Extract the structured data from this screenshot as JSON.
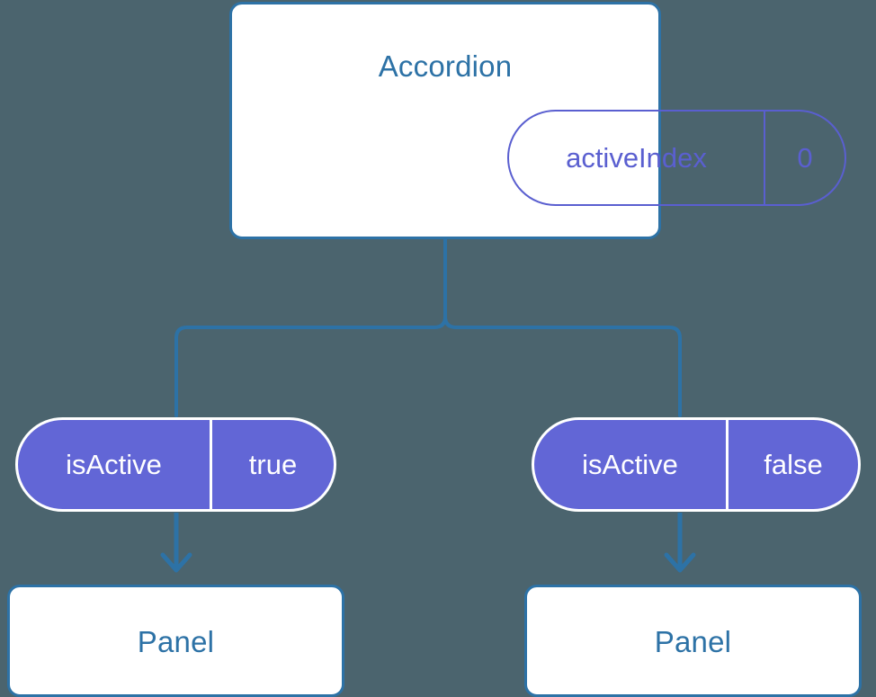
{
  "diagram": {
    "title": "Accordion component state diagram",
    "background_color": "#4b646e",
    "accent_blue": "#2d72a6",
    "accent_indigo": "#6266d6",
    "pill_outline_color": "#5a5fd0",
    "node_fill": "#ffffff"
  },
  "root": {
    "label": "Accordion",
    "state": {
      "key": "activeIndex",
      "value": "0"
    }
  },
  "children": [
    {
      "prop": {
        "key": "isActive",
        "value": "true"
      },
      "node": {
        "label": "Panel"
      }
    },
    {
      "prop": {
        "key": "isActive",
        "value": "false"
      },
      "node": {
        "label": "Panel"
      }
    }
  ]
}
